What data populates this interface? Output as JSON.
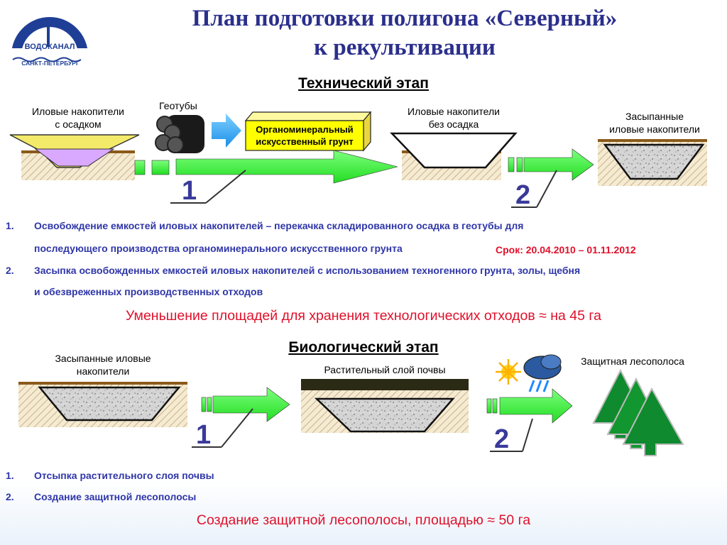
{
  "logo": {
    "brand": "ВОДОКАНАЛ",
    "city": "САНКТ-ПЕТЕРБУРГ"
  },
  "title_line1": "План подготовки полигона «Северный»",
  "title_line2": "к рекультивации",
  "tech": {
    "heading": "Технический этап",
    "label_storage_sediment": [
      "Иловые накопители",
      "с осадком"
    ],
    "label_geotubes": "Геотубы",
    "box_text": [
      "Органоминеральный",
      "искусственный грунт"
    ],
    "label_storage_empty": [
      "Иловые накопители",
      "без осадка"
    ],
    "label_filled": [
      "Засыпанные",
      "иловые накопители"
    ],
    "step1": "1",
    "step2": "2",
    "items": [
      {
        "num": "1.",
        "line1": "Освобождение емкостей иловых накопителей – перекачка складированного осадка в геотубы для",
        "line2": "последующего производства органоминерального искусственного грунта"
      },
      {
        "num": "2.",
        "line1": "Засыпка освобожденных емкостей иловых накопителей с использованием техногенного грунта, золы, щебня",
        "line2": "и обезвреженных производственных отходов"
      }
    ],
    "deadline": "Срок: 20.04.2010 – 01.11.2012",
    "result": "Уменьшение площадей для хранения технологических отходов ≈ на 45 га"
  },
  "bio": {
    "heading": "Биологический этап",
    "label_filled": [
      "Засыпанные иловые",
      "накопители"
    ],
    "label_soil": "Растительный слой почвы",
    "label_forest": "Защитная лесополоса",
    "step1": "1",
    "step2": "2",
    "items": [
      {
        "num": "1.",
        "text": "Отсыпка растительного слоя почвы"
      },
      {
        "num": "2.",
        "text": "Создание защитной лесополосы"
      }
    ],
    "result": "Создание защитной лесополосы, площадью ≈ 50 га"
  },
  "colors": {
    "title": "#2b2f8c",
    "items": "#2f36a8",
    "accent_red": "#e0102a",
    "arrow_green": "#33ff33",
    "arrow_blue": "#33aaff",
    "tree": "#0f8a2e"
  }
}
